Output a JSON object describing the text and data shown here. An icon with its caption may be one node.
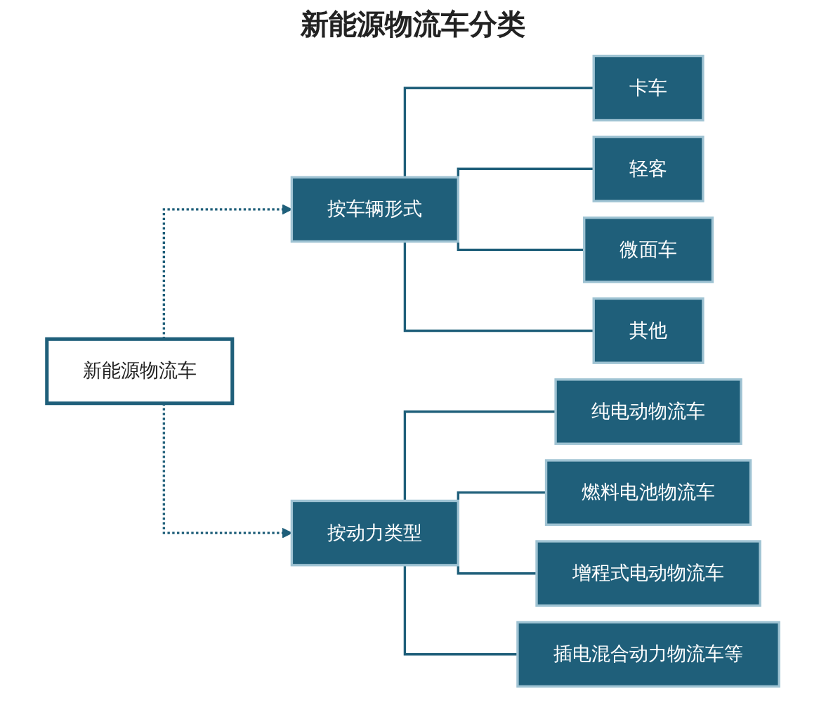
{
  "diagram": {
    "title": "新能源物流车分类",
    "nodes": [
      {
        "text": [
          "新能源物流车"
        ]
      },
      {
        "text": [
          "按车辆形式"
        ]
      },
      {
        "text": [
          "卡车"
        ]
      },
      {
        "text": [
          "轻客"
        ]
      },
      {
        "text": [
          "微面车"
        ]
      },
      {
        "text": [
          "其他"
        ]
      },
      {
        "text": [
          "按动力类型"
        ]
      },
      {
        "text": [
          "纯电动物流车"
        ]
      },
      {
        "text": [
          "燃料电池物流车"
        ]
      },
      {
        "text": [
          "增程式电动物流车"
        ]
      },
      {
        "text": [
          "插电混合动力物流车等"
        ]
      }
    ],
    "edges": [
      {
        "from": 0,
        "to": 1,
        "arrow": "to",
        "style": "dashed"
      },
      {
        "from": 0,
        "to": 6,
        "arrow": "to",
        "style": "dashed"
      },
      {
        "from": 1,
        "to": 2,
        "arrow": "none"
      },
      {
        "from": 1,
        "to": 3,
        "arrow": "none"
      },
      {
        "from": 1,
        "to": 4,
        "arrow": "none"
      },
      {
        "from": 1,
        "to": 5,
        "arrow": "none"
      },
      {
        "from": 6,
        "to": 7,
        "arrow": "none"
      },
      {
        "from": 6,
        "to": 8,
        "arrow": "none"
      },
      {
        "from": 6,
        "to": 9,
        "arrow": "none"
      },
      {
        "from": 6,
        "to": 10,
        "arrow": "none"
      }
    ]
  }
}
